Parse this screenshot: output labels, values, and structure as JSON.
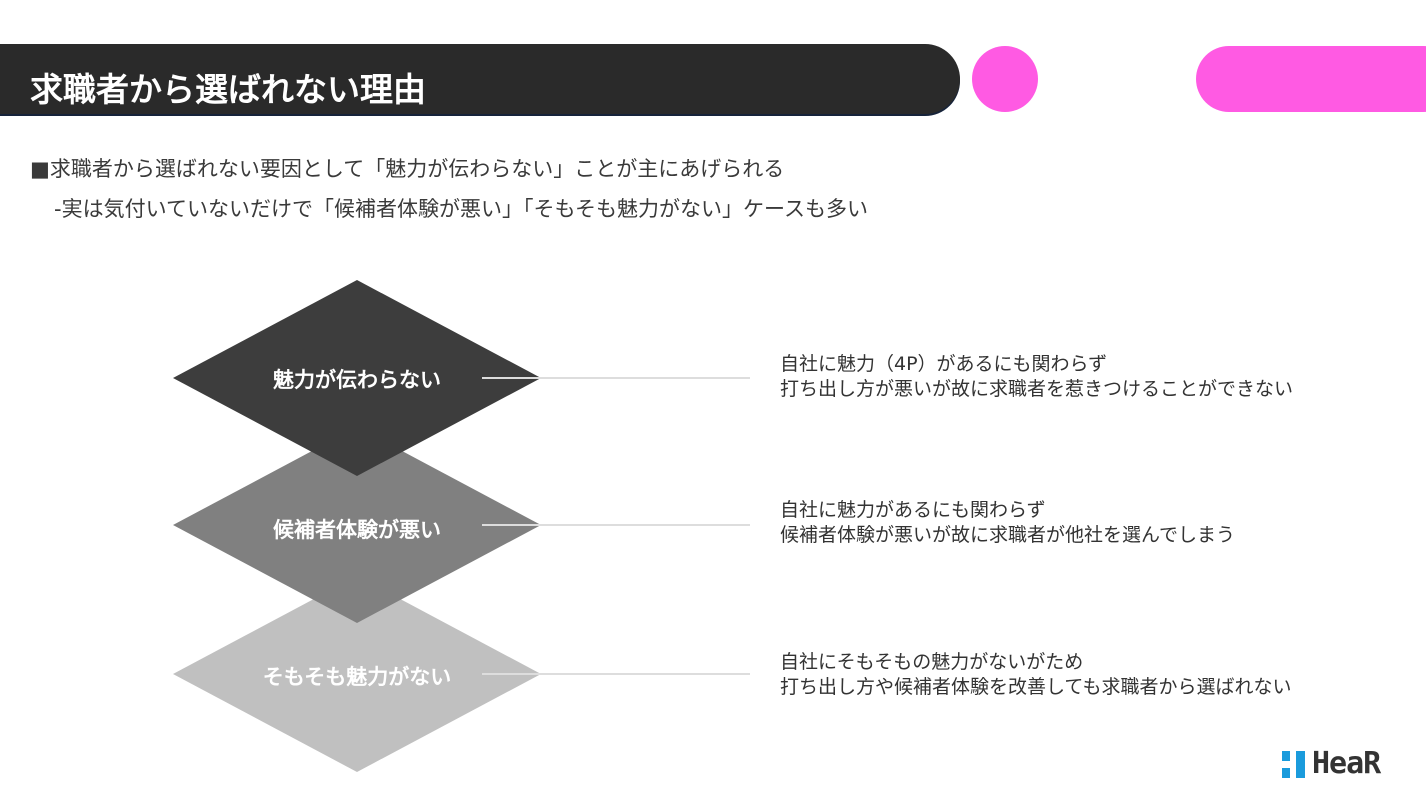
{
  "header": {
    "title": "求職者から選ばれない理由",
    "accent_color": "#ff5ae3"
  },
  "bullets": {
    "line1": "■求職者から選ばれない要因として「魅力が伝わらない」ことが主にあげられる",
    "line2": "-実は気付いていないだけで「候補者体験が悪い」「そもそも魅力がない」ケースも多い"
  },
  "reasons": [
    {
      "label": "魅力が伝わらない",
      "color": "#3d3d3d",
      "desc_line1": "自社に魅力（4P）があるにも関わらず",
      "desc_line2": "打ち出し方が悪いが故に求職者を惹きつけることができない"
    },
    {
      "label": "候補者体験が悪い",
      "color": "#808080",
      "desc_line1": "自社に魅力があるにも関わらず",
      "desc_line2": "候補者体験が悪いが故に求職者が他社を選んでしまう"
    },
    {
      "label": "そもそも魅力がない",
      "color": "#c0c0c0",
      "desc_line1": "自社にそもそもの魅力がないがため",
      "desc_line2": "打ち出し方や候補者体験を改善しても求職者から選ばれない"
    }
  ],
  "logo": {
    "text": "HeaR",
    "color": "#1a9bdc"
  }
}
